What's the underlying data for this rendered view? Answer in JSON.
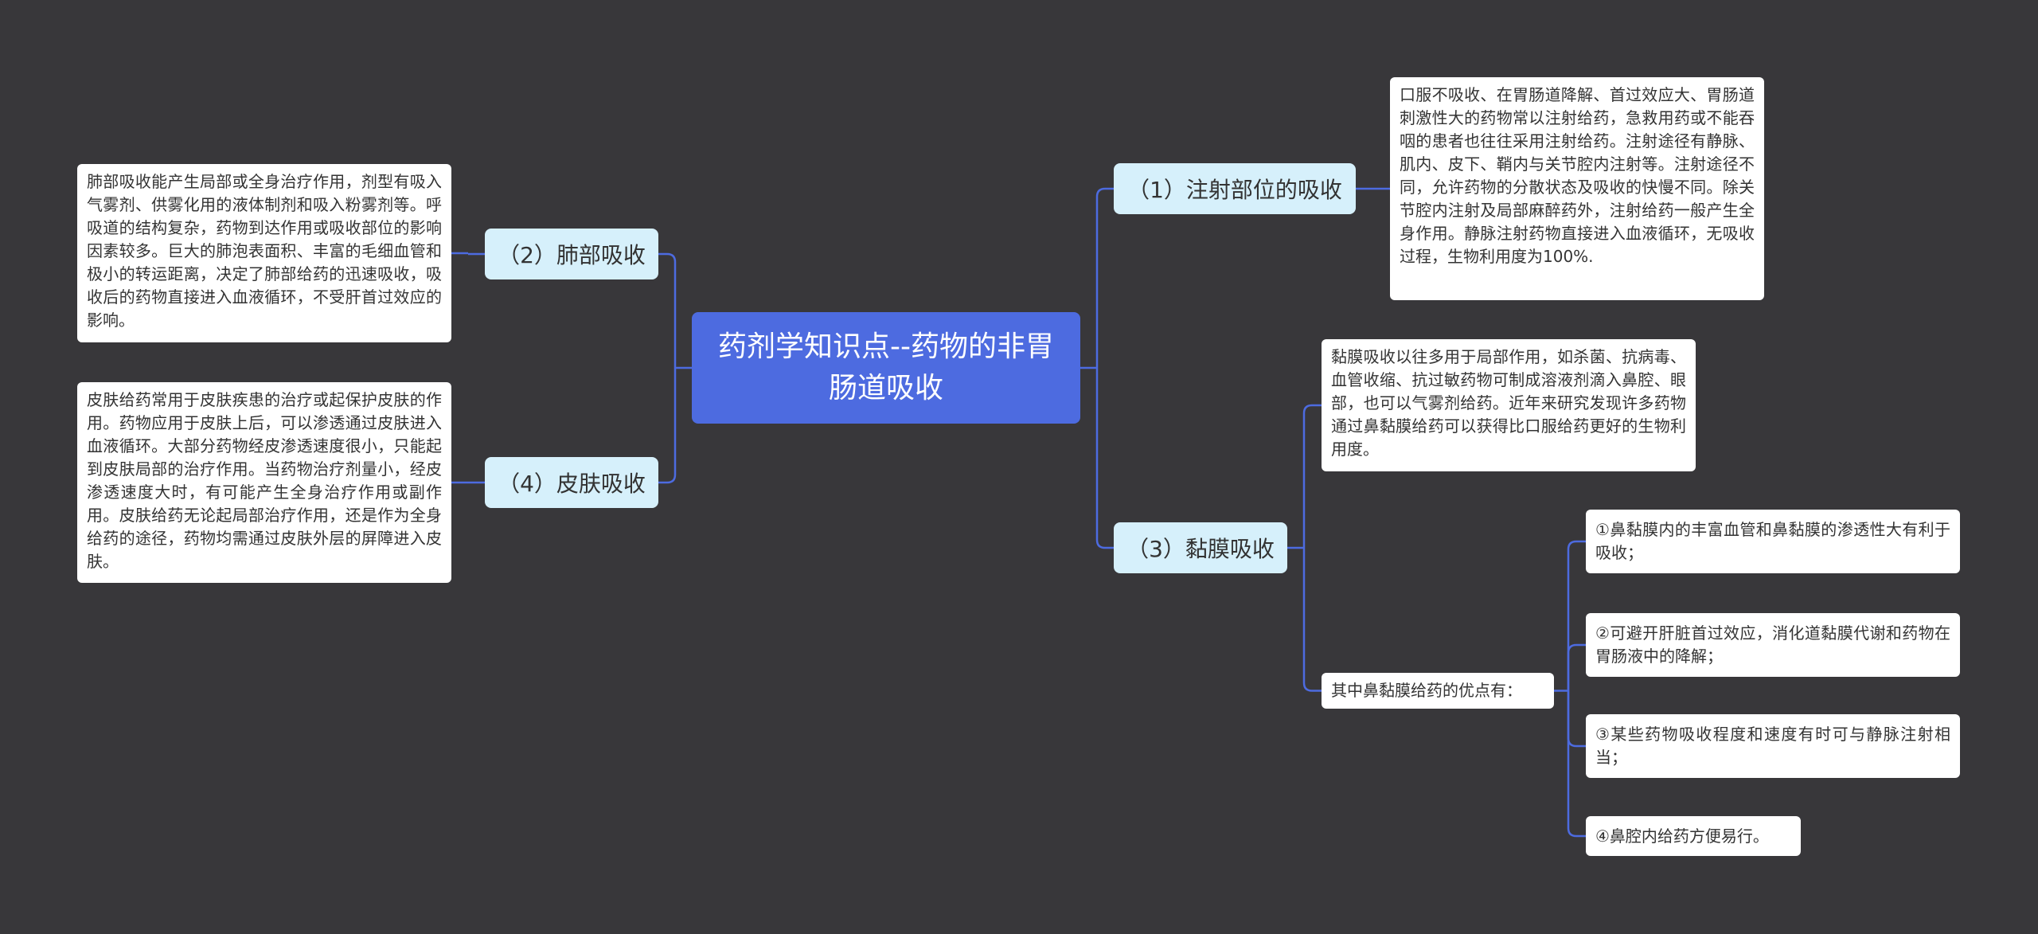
{
  "colors": {
    "background": "#38373a",
    "root": "#4d6be0",
    "branch": "#d6f0fb",
    "leaf": "#ffffff",
    "link": "#4d6be0"
  },
  "root": {
    "title": "药剂学知识点--药物的非胃肠道吸收"
  },
  "branches": {
    "injection": {
      "label": "（1）注射部位的吸收",
      "detail": "口服不吸收、在胃肠道降解、首过效应大、胃肠道刺激性大的药物常以注射给药，急救用药或不能吞咽的患者也往往采用注射给药。注射途径有静脉、肌内、皮下、鞘内与关节腔内注射等。注射途径不同，允许药物的分散状态及吸收的快慢不同。除关节腔内注射及局部麻醉药外，注射给药一般产生全身作用。静脉注射药物直接进入血液循环，无吸收过程，生物利用度为100%."
    },
    "lung": {
      "label": "（2）肺部吸收",
      "detail": "肺部吸收能产生局部或全身治疗作用，剂型有吸入气雾剂、供雾化用的液体制剂和吸入粉雾剂等。呼吸道的结构复杂，药物到达作用或吸收部位的影响因素较多。巨大的肺泡表面积、丰富的毛细血管和极小的转运距离，决定了肺部给药的迅速吸收，吸收后的药物直接进入血液循环，不受肝首过效应的影响。"
    },
    "mucosa": {
      "label": "（3）黏膜吸收",
      "detail": "黏膜吸收以往多用于局部作用，如杀菌、抗病毒、血管收缩、抗过敏药物可制成溶液剂滴入鼻腔、眼部，也可以气雾剂给药。近年来研究发现许多药物通过鼻黏膜给药可以获得比口服给药更好的生物利用度。",
      "sub_label": "其中鼻黏膜给药的优点有：",
      "advantages": [
        "①鼻黏膜内的丰富血管和鼻黏膜的渗透性大有利于吸收；",
        "②可避开肝脏首过效应，消化道黏膜代谢和药物在胃肠液中的降解；",
        "③某些药物吸收程度和速度有时可与静脉注射相当；",
        "④鼻腔内给药方便易行。"
      ]
    },
    "skin": {
      "label": "（4）皮肤吸收",
      "detail": "皮肤给药常用于皮肤疾患的治疗或起保护皮肤的作用。药物应用于皮肤上后，可以渗透通过皮肤进入血液循环。大部分药物经皮渗透速度很小，只能起到皮肤局部的治疗作用。当药物治疗剂量小，经皮渗透速度大时，有可能产生全身治疗作用或副作用。皮肤给药无论起局部治疗作用，还是作为全身给药的途径，药物均需通过皮肤外层的屏障进入皮肤。"
    }
  }
}
